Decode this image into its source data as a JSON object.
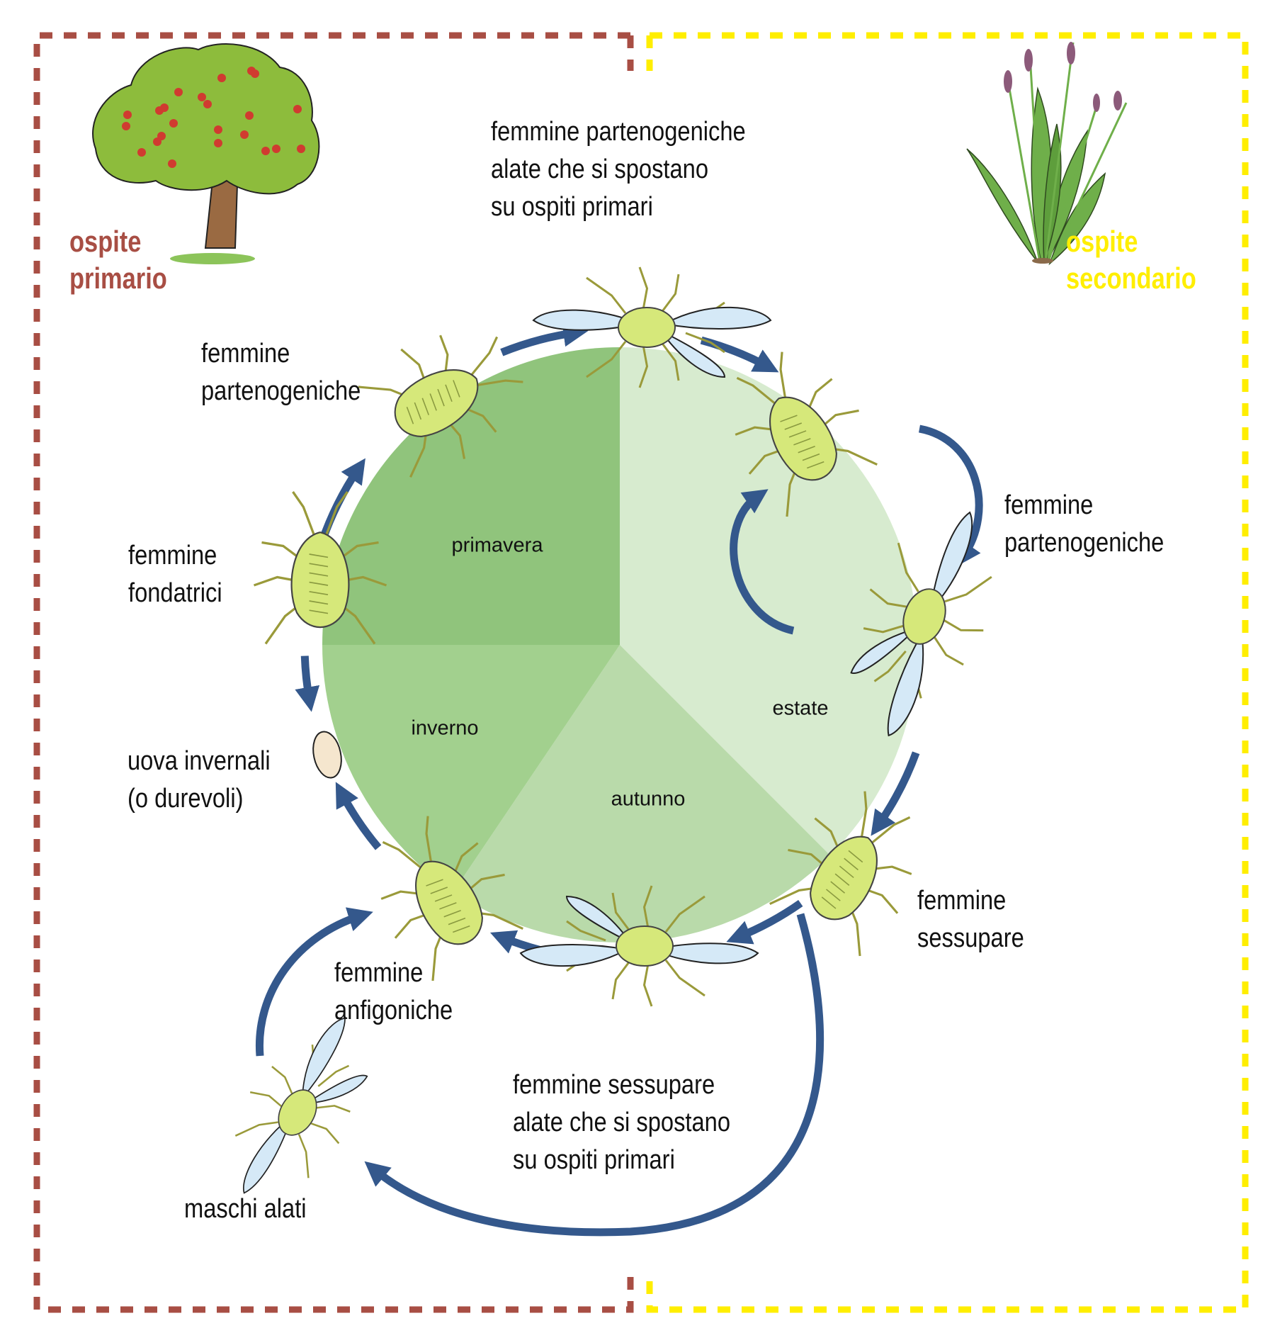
{
  "hosts": {
    "primary": {
      "label": "ospite\nprimario",
      "color": "#A84E44",
      "icon": "apple-tree"
    },
    "secondary": {
      "label": "ospite\nsecondario",
      "color": "#FFEE00",
      "icon": "plantain-plant"
    }
  },
  "colors": {
    "arrow": "#34588C",
    "primavera": "#90C47C",
    "estate": "#D7EBCF",
    "autunno": "#B9DAAA",
    "inverno": "#A2D08E",
    "aphid_body": "#D6E87A",
    "wing": "#D5E9F7",
    "egg": "#F5E6CE"
  },
  "seasons": [
    {
      "name": "primavera",
      "label": "primavera"
    },
    {
      "name": "estate",
      "label": "estate"
    },
    {
      "name": "autunno",
      "label": "autunno"
    },
    {
      "name": "inverno",
      "label": "inverno"
    }
  ],
  "stages": {
    "winged_parthenogenetic_to_secondary": "femmine partenogeniche\nalate che si spostano\nsu ospiti primari",
    "parthenogenetic_primary": "femmine\npartenogeniche",
    "fundatrices": "femmine\nfondatrici",
    "winter_eggs": "uova invernali\n(o durevoli)",
    "amphigonic_females": "femmine\nanfigoniche",
    "winged_males": "maschi alati",
    "winged_sexuparae": "femmine sessupare\nalate che si spostano\nsu ospiti primari",
    "sexuparae": "femmine\nsessupare",
    "parthenogenetic_secondary": "femmine\npartenogeniche"
  }
}
